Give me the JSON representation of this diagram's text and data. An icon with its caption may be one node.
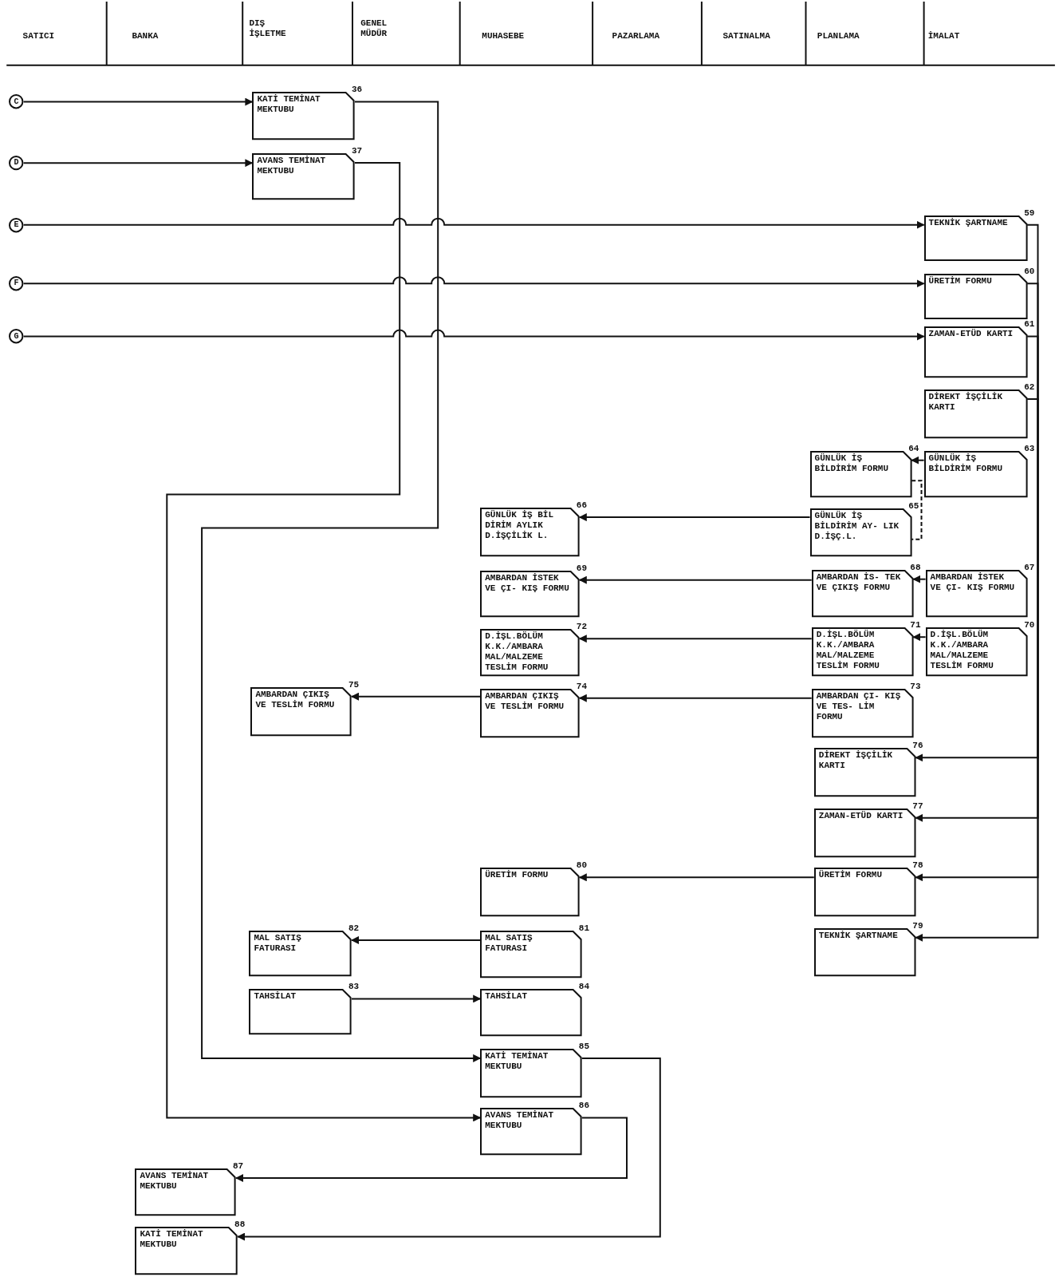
{
  "diagram": {
    "nodes": [
      {
        "text": [
          "C"
        ]
      },
      {
        "text": [
          "D"
        ]
      },
      {
        "text": [
          "E"
        ]
      },
      {
        "text": [
          "F"
        ]
      },
      {
        "text": [
          "G"
        ]
      },
      {
        "text": [
          "KATİ TEMİNAT MEKTUBU"
        ],
        "beside": [
          "36"
        ]
      },
      {
        "text": [
          "AVANS TEMİNAT MEKTUBU"
        ],
        "beside": [
          "37"
        ]
      },
      {
        "text": [
          "TEKNİK ŞARTNAME"
        ],
        "beside": [
          "59"
        ]
      },
      {
        "text": [
          "ÜRETİM FORMU"
        ],
        "beside": [
          "60"
        ]
      },
      {
        "text": [
          "ZAMAN-ETÜD KARTI"
        ],
        "beside": [
          "61"
        ]
      },
      {
        "text": [
          "DİREKT İŞÇİLİK KARTI"
        ],
        "beside": [
          "62"
        ]
      },
      {
        "text": [
          "GÜNLÜK İŞ BİLDİRİM FORMU"
        ],
        "beside": [
          "63"
        ]
      },
      {
        "text": [
          "GÜNLÜK İŞ BİLDİRİM FORMU"
        ],
        "beside": [
          "64"
        ]
      },
      {
        "text": [
          "GÜNLÜK İŞ BİLDİRİM AY- LIK D.İŞÇ.L."
        ],
        "beside": [
          "65"
        ]
      },
      {
        "text": [
          "GÜNLÜK İŞ BİL DİRİM AYLIK D.İŞÇİLİK L."
        ],
        "beside": [
          "66"
        ]
      },
      {
        "text": [
          "AMBARDAN İSTEK VE ÇI- KIŞ FORMU"
        ],
        "beside": [
          "67"
        ]
      },
      {
        "text": [
          "AMBARDAN İS- TEK VE ÇIKIŞ FORMU"
        ],
        "beside": [
          "68"
        ]
      },
      {
        "text": [
          "AMBARDAN İSTEK VE ÇI- KIŞ FORMU"
        ],
        "beside": [
          "69"
        ]
      },
      {
        "text": [
          "D.İŞL.BÖLÜM K.K./AMBARA MAL/MALZEME TESLİM FORMU"
        ],
        "beside": [
          "70"
        ]
      },
      {
        "text": [
          "D.İŞL.BÖLÜM K.K./AMBARA MAL/MALZEME TESLİM FORMU"
        ],
        "beside": [
          "71"
        ]
      },
      {
        "text": [
          "D.İŞL.BÖLÜM K.K./AMBARA MAL/MALZEME TESLİM FORMU"
        ],
        "beside": [
          "72"
        ]
      },
      {
        "text": [
          "AMBARDAN ÇI- KIŞ VE TES- LİM FORMU"
        ],
        "beside": [
          "73"
        ]
      },
      {
        "text": [
          "AMBARDAN ÇIKIŞ VE TESLİM FORMU"
        ],
        "beside": [
          "74"
        ]
      },
      {
        "text": [
          "AMBARDAN ÇIKIŞ VE TESLİM FORMU"
        ],
        "beside": [
          "75"
        ]
      },
      {
        "text": [
          "DİREKT İŞÇİLİK KARTI"
        ],
        "beside": [
          "76"
        ]
      },
      {
        "text": [
          "ZAMAN-ETÜD KARTI"
        ],
        "beside": [
          "77"
        ]
      },
      {
        "text": [
          "ÜRETİM FORMU"
        ],
        "beside": [
          "78"
        ]
      },
      {
        "text": [
          "TEKNİK ŞARTNAME"
        ],
        "beside": [
          "79"
        ]
      },
      {
        "text": [
          "ÜRETİM FORMU"
        ],
        "beside": [
          "80"
        ]
      },
      {
        "text": [
          "MAL SATIŞ FATURASI"
        ],
        "beside": [
          "81"
        ]
      },
      {
        "text": [
          "MAL SATIŞ FATURASI"
        ],
        "beside": [
          "82"
        ]
      },
      {
        "text": [
          "TAHSİLAT"
        ],
        "beside": [
          "83"
        ]
      },
      {
        "text": [
          "TAHSİLAT"
        ],
        "beside": [
          "84"
        ]
      },
      {
        "text": [
          "KATİ TEMİNAT MEKTUBU"
        ],
        "beside": [
          "85"
        ]
      },
      {
        "text": [
          "AVANS TEMİNAT MEKTUBU"
        ],
        "beside": [
          "86"
        ]
      },
      {
        "text": [
          "AVANS TEMİNAT MEKTUBU"
        ],
        "beside": [
          "87"
        ]
      },
      {
        "text": [
          "KATİ TEMİNAT MEKTUBU"
        ],
        "beside": [
          "88"
        ]
      }
    ],
    "edges": [
      {
        "from": 0,
        "to": 5,
        "arrow": "to"
      },
      {
        "from": 1,
        "to": 6,
        "arrow": "to"
      },
      {
        "from": 2,
        "to": 7,
        "arrow": "to"
      },
      {
        "from": 3,
        "to": 8,
        "arrow": "to"
      },
      {
        "from": 4,
        "to": 9,
        "arrow": "to"
      },
      {
        "from": 5,
        "to": 33,
        "arrow": "to"
      },
      {
        "from": 6,
        "to": 34,
        "arrow": "to"
      },
      {
        "from": 7,
        "to": 27,
        "arrow": "to"
      },
      {
        "from": 8,
        "to": 26,
        "arrow": "to"
      },
      {
        "from": 9,
        "to": 25,
        "arrow": "to"
      },
      {
        "from": 10,
        "to": 24,
        "arrow": "to"
      },
      {
        "from": 11,
        "to": 12,
        "arrow": "to"
      },
      {
        "from": 12,
        "to": 13,
        "arrow": "none",
        "style": "dashed"
      },
      {
        "from": 13,
        "to": 14,
        "arrow": "to"
      },
      {
        "from": 15,
        "to": 16,
        "arrow": "to"
      },
      {
        "from": 16,
        "to": 17,
        "arrow": "to"
      },
      {
        "from": 18,
        "to": 19,
        "arrow": "to"
      },
      {
        "from": 19,
        "to": 20,
        "arrow": "to"
      },
      {
        "from": 21,
        "to": 22,
        "arrow": "to"
      },
      {
        "from": 22,
        "to": 23,
        "arrow": "to"
      },
      {
        "from": 26,
        "to": 28,
        "arrow": "to"
      },
      {
        "from": 29,
        "to": 30,
        "arrow": "to"
      },
      {
        "from": 31,
        "to": 32,
        "arrow": "to"
      },
      {
        "from": 34,
        "to": 35,
        "arrow": "to"
      },
      {
        "from": 33,
        "to": 36,
        "arrow": "to"
      }
    ],
    "labels": [
      "SATICI",
      "BANKA",
      "DIŞ İŞLETME",
      "GENEL MÜDÜR",
      "MUHASEBE",
      "PAZARLAMA",
      "SATINALMA",
      "PLANLAMA",
      "İMALAT"
    ]
  }
}
